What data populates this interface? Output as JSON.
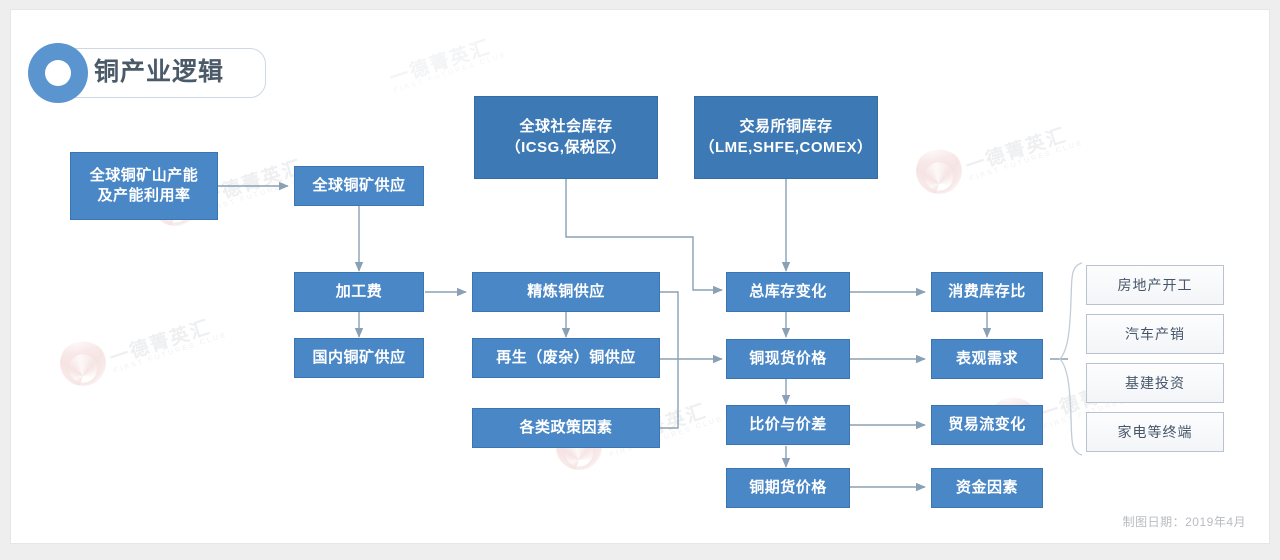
{
  "header": {
    "title": "铜产业逻辑",
    "badge_icon": "donut-ring-icon",
    "accent_color": "#5b95d0"
  },
  "theme": {
    "node_fill": "#4a87c6",
    "node_fill_dark": "#3d79b4",
    "node_border": "#3b76b3",
    "white_node_fill": "#f6f8fa",
    "white_node_border": "#b9c3cf",
    "connector_color": "#8aa0b4",
    "page_background": "#efeeee",
    "card_background": "#ffffff"
  },
  "watermark": {
    "text": "一德菁英汇",
    "subtext": "FIRST FUTURES CLUB",
    "logo_icon": "flame-flower-logo-icon"
  },
  "nodes": {
    "mine_capacity": "全球铜矿山产能\n及产能利用率",
    "mine_capacity_line1": "全球铜矿山产能",
    "mine_capacity_line2": "及产能利用率",
    "global_mine_supply": "全球铜矿供应",
    "processing_fee": "加工费",
    "domestic_mine_supply": "国内铜矿供应",
    "refined_supply": "精炼铜供应",
    "scrap_supply": "再生（废杂）铜供应",
    "policy_factors": "各类政策因素",
    "global_social_stock_line1": "全球社会库存",
    "global_social_stock_line2": "（ICSG,保税区）",
    "exchange_stock_line1": "交易所铜库存",
    "exchange_stock_line2": "（LME,SHFE,COMEX）",
    "total_stock_change": "总库存变化",
    "spot_price": "铜现货价格",
    "price_ratio_spread": "比价与价差",
    "futures_price": "铜期货价格",
    "stock_consumption_ratio": "消费库存比",
    "apparent_demand": "表观需求",
    "trade_flow_change": "贸易流变化",
    "capital_factors": "资金因素"
  },
  "end_uses": [
    "房地产开工",
    "汽车产销",
    "基建投资",
    "家电等终端"
  ],
  "footer": {
    "date_label": "制图日期：2019年4月"
  },
  "chart_data": {
    "type": "diagram",
    "title": "铜产业逻辑",
    "layout": "left-to-right flowchart",
    "columns": [
      {
        "index": 1,
        "nodes": [
          "全球铜矿山产能及产能利用率"
        ]
      },
      {
        "index": 2,
        "nodes": [
          "全球铜矿供应",
          "加工费",
          "国内铜矿供应"
        ]
      },
      {
        "index": 3,
        "nodes": [
          "精炼铜供应",
          "再生（废杂）铜供应",
          "各类政策因素"
        ]
      },
      {
        "index": 4,
        "nodes": [
          "全球社会库存（ICSG,保税区）",
          "交易所铜库存（LME,SHFE,COMEX）",
          "总库存变化",
          "铜现货价格",
          "比价与价差",
          "铜期货价格"
        ]
      },
      {
        "index": 5,
        "nodes": [
          "消费库存比",
          "表观需求",
          "贸易流变化",
          "资金因素"
        ]
      },
      {
        "index": 6,
        "nodes": [
          "房地产开工",
          "汽车产销",
          "基建投资",
          "家电等终端"
        ]
      }
    ],
    "edges": [
      {
        "from": "全球铜矿山产能及产能利用率",
        "to": "全球铜矿供应"
      },
      {
        "from": "全球铜矿供应",
        "to": "加工费"
      },
      {
        "from": "加工费",
        "to": "国内铜矿供应"
      },
      {
        "from": "加工费",
        "to": "精炼铜供应"
      },
      {
        "from": "精炼铜供应",
        "to": "再生（废杂）铜供应"
      },
      {
        "from": "全球社会库存（ICSG,保税区）",
        "to": "总库存变化"
      },
      {
        "from": "交易所铜库存（LME,SHFE,COMEX）",
        "to": "总库存变化"
      },
      {
        "from": "精炼铜供应",
        "to": "铜现货价格"
      },
      {
        "from": "再生（废杂）铜供应",
        "to": "铜现货价格"
      },
      {
        "from": "各类政策因素",
        "to": "铜现货价格"
      },
      {
        "from": "总库存变化",
        "to": "铜现货价格"
      },
      {
        "from": "总库存变化",
        "to": "消费库存比"
      },
      {
        "from": "铜现货价格",
        "to": "比价与价差"
      },
      {
        "from": "铜现货价格",
        "to": "表观需求"
      },
      {
        "from": "消费库存比",
        "to": "表观需求"
      },
      {
        "from": "比价与价差",
        "to": "铜期货价格"
      },
      {
        "from": "比价与价差",
        "to": "贸易流变化"
      },
      {
        "from": "铜期货价格",
        "to": "资金因素"
      },
      {
        "from": "表观需求",
        "to": "房地产开工/汽车产销/基建投资/家电等终端"
      }
    ]
  }
}
